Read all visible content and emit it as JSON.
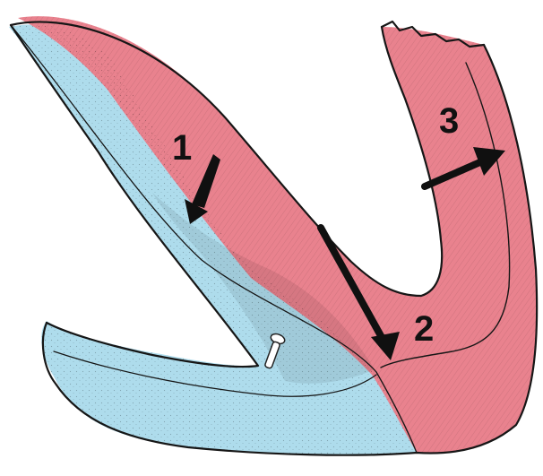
{
  "colors": {
    "red_region": "#e9828e",
    "blue_region": "#aedcec",
    "outline": "#161616",
    "arrow": "#101010",
    "background": "#ffffff"
  },
  "labels": {
    "one": "1",
    "two": "2",
    "three": "3"
  },
  "icons": {
    "arrow_1": "down-left-arrow",
    "arrow_2": "down-right-arrow",
    "arrow_3": "up-right-arrow",
    "pin": "pin-icon"
  }
}
